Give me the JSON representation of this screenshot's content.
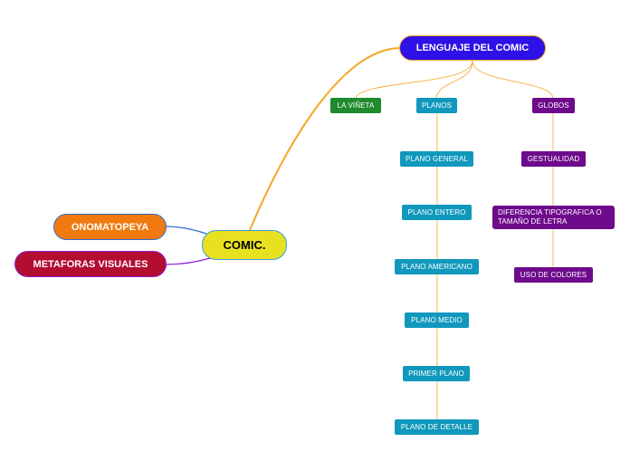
{
  "colors": {
    "central": "#e8e120",
    "lenguaje": "#2d11e6",
    "onomatopeya": "#f07a10",
    "metaforas": "#b30d31",
    "vineta": "#1f8a2e",
    "planos": "#1198bd",
    "globos": "#6e0a8c",
    "line_orange": "#f5a623",
    "line_blue": "#2f6fcf",
    "line_purple": "#8e1fd6"
  },
  "nodes": {
    "central": "COMIC.",
    "lenguaje": "LENGUAJE DEL COMIC",
    "onomatopeya": "ONOMATOPEYA",
    "metaforas": "METAFORAS VISUALES",
    "vineta": "LA VIÑETA",
    "planos": "PLANOS",
    "globos": "GLOBOS",
    "plano_general": "PLANO GENERAL",
    "plano_entero": "PLANO ENTERO",
    "plano_americano": "PLANO AMERICANO",
    "plano_medio": "PLANO MEDIO",
    "primer_plano": "PRIMER PLANO",
    "plano_detalle": "PLANO DE DETALLE",
    "gestualidad": "GESTUALIDAD",
    "diferencia_line1": "DIFERENCIA TIPOGRAFICA O",
    "diferencia_line2": "TAMAÑO DE LETRA",
    "uso_colores": "USO DE COLORES"
  }
}
